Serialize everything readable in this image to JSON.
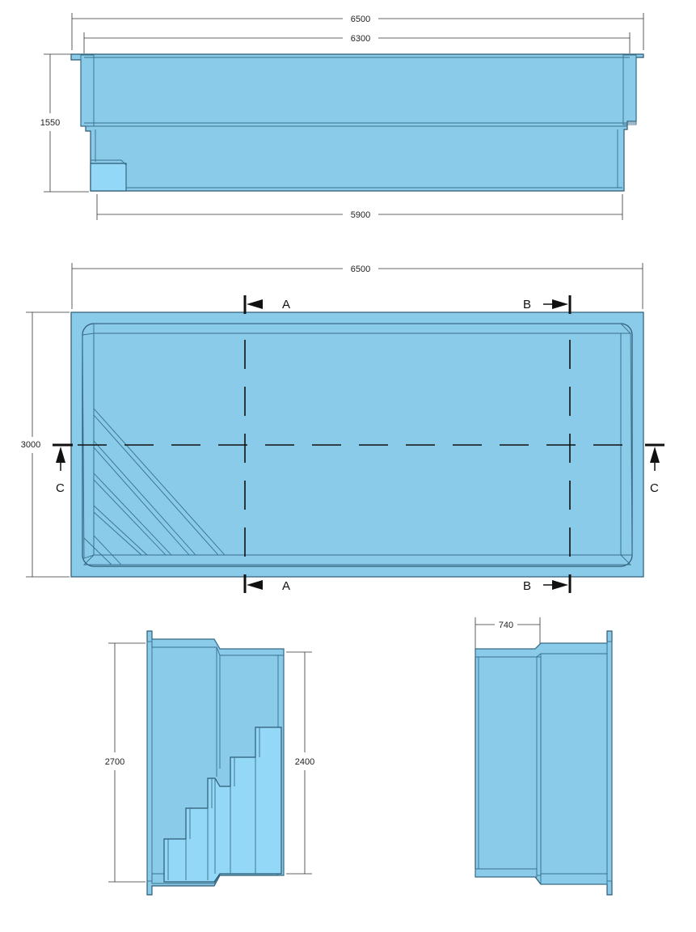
{
  "colors": {
    "pool_fill": "#89cbe9",
    "pool_wall": "#7fbddb",
    "step_fill": "#93d8f6",
    "rim_dark": "#6ea9c6",
    "outline": "#2d5a73",
    "dimension_line": "#333333",
    "section_line": "#111111"
  },
  "side_view": {
    "overall_length": "6500",
    "inner_length": "6300",
    "height": "1550",
    "floor_length": "5900"
  },
  "plan_view": {
    "overall_length": "6500",
    "width": "3000",
    "step_count": 4,
    "section_labels": {
      "a_top": "A",
      "a_bottom": "A",
      "b_top": "B",
      "b_bottom": "B",
      "c_left": "C",
      "c_right": "C"
    }
  },
  "section_a": {
    "outer_height": "2700",
    "inner_height": "2400",
    "step_count": 5
  },
  "section_b": {
    "bench_width": "740"
  }
}
